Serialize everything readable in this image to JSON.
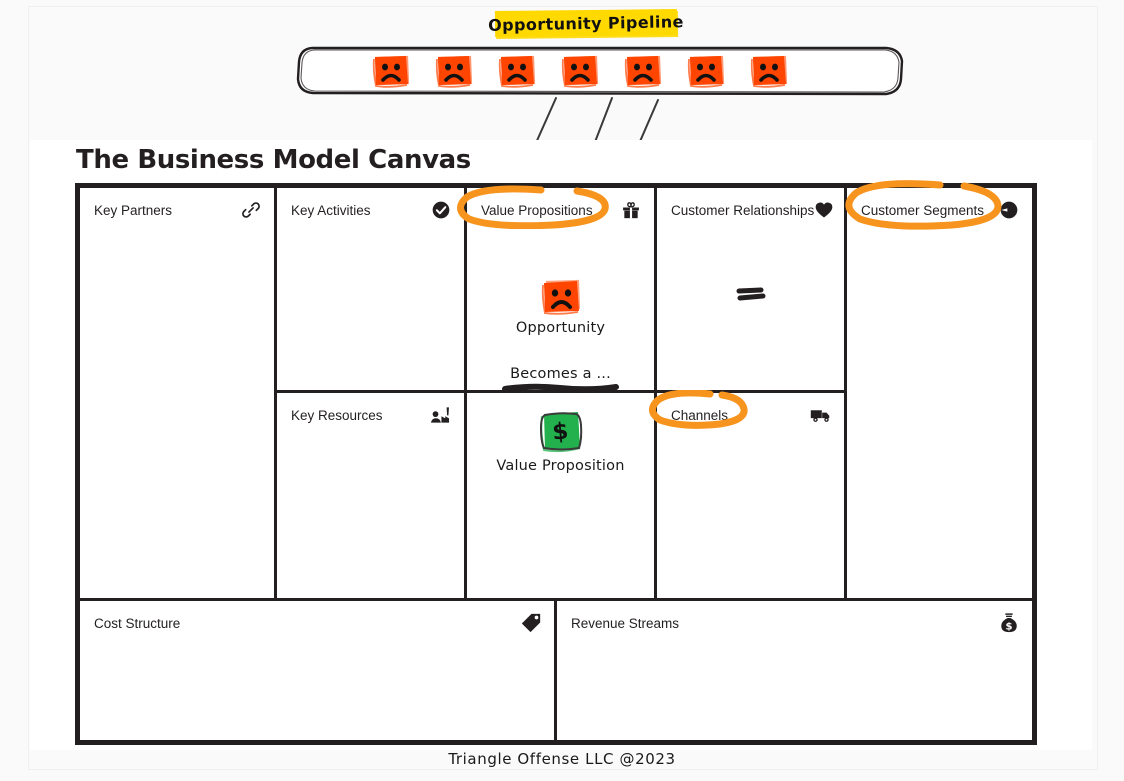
{
  "pipeline": {
    "title": "Opportunity Pipeline",
    "highlight_color": "#ffd900",
    "face_color": "#ff4500",
    "face_count": 7,
    "faces": [
      {
        "name": "opportunity-face-1"
      },
      {
        "name": "opportunity-face-2"
      },
      {
        "name": "opportunity-face-3"
      },
      {
        "name": "opportunity-face-4"
      },
      {
        "name": "opportunity-face-5"
      },
      {
        "name": "opportunity-face-6"
      },
      {
        "name": "opportunity-face-7"
      }
    ]
  },
  "canvas": {
    "heading": "The Business Model Canvas",
    "footer": "Triangle Offense LLC @2023",
    "border_color": "#231f20",
    "annotation_color": "#f7941e",
    "cells": {
      "key_partners": {
        "title": "Key Partners",
        "icon": "link-icon"
      },
      "key_activities": {
        "title": "Key Activities",
        "icon": "check-circle-icon"
      },
      "key_resources": {
        "title": "Key Resources",
        "icon": "factory-icon"
      },
      "value_propositions": {
        "title": "Value Propositions",
        "icon": "gift-icon",
        "highlighted": true
      },
      "customer_relationships": {
        "title": "Customer Relationships",
        "icon": "heart-icon"
      },
      "channels": {
        "title": "Channels",
        "icon": "truck-icon",
        "highlighted": true
      },
      "customer_segments": {
        "title": "Customer Segments",
        "icon": "pie-person-icon",
        "highlighted": true
      },
      "cost_structure": {
        "title": "Cost Structure",
        "icon": "price-tag-icon"
      },
      "revenue_streams": {
        "title": "Revenue Streams",
        "icon": "money-bag-icon"
      }
    },
    "value_prop_cell": {
      "opportunity_label": "Opportunity",
      "becomes_label": "Becomes a ...",
      "value_proposition_label": "Value Proposition",
      "money_color": "#22b14c",
      "money_glyph": "$"
    }
  }
}
